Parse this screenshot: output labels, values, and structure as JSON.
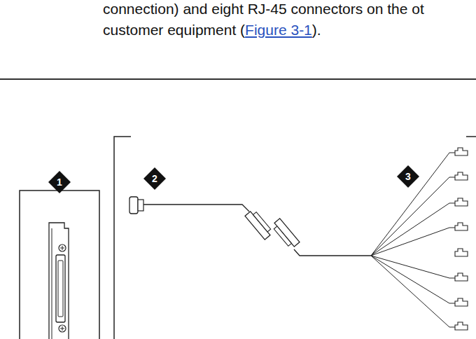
{
  "diagram": {
    "labels": [
      "connection) and eight RJ-45 connectors on the ot",
      "customer equipment (",
      "Figure 3-1",
      ").",
      "1",
      "2",
      "3"
    ]
  }
}
